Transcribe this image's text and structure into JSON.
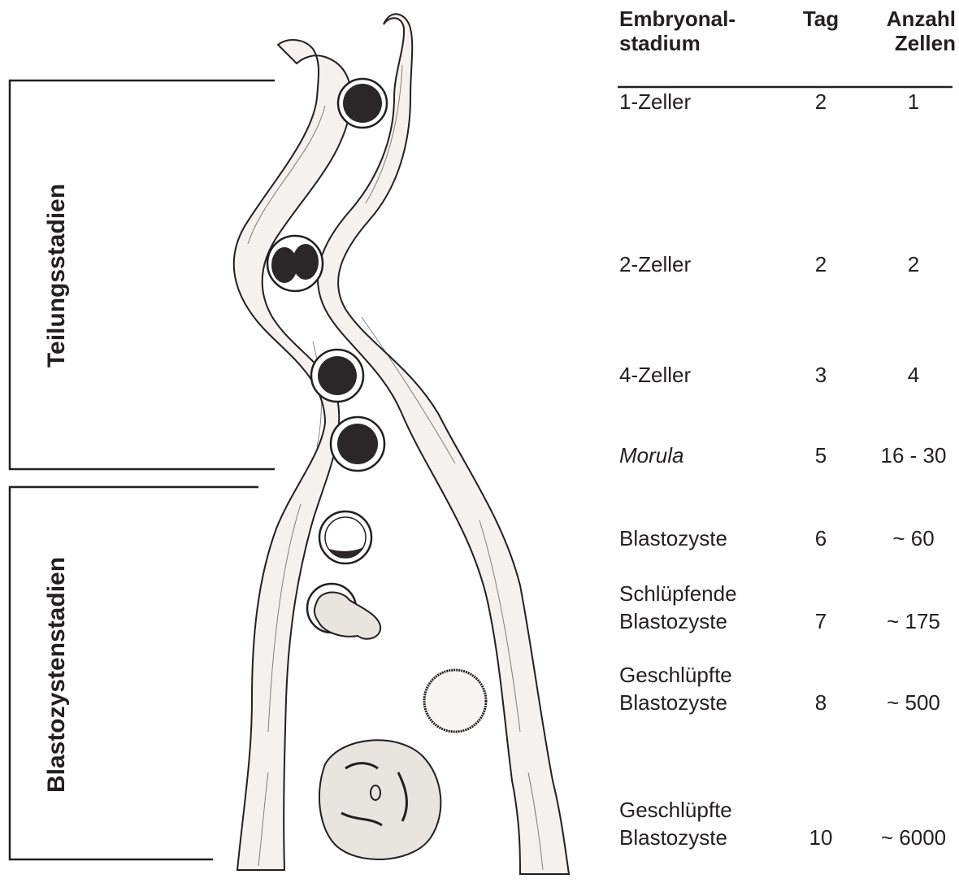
{
  "table": {
    "headers": {
      "stage": "Embryonal-\nstadium",
      "day": "Tag",
      "cells": "Anzahl\nZellen"
    },
    "rows": [
      {
        "stage": "1-Zeller",
        "day": "2",
        "cells": "1",
        "italic": false
      },
      {
        "stage": "2-Zeller",
        "day": "2",
        "cells": "2",
        "italic": false
      },
      {
        "stage": "4-Zeller",
        "day": "3",
        "cells": "4",
        "italic": false
      },
      {
        "stage": "Morula",
        "day": "5",
        "cells": "16 - 30",
        "italic": true
      },
      {
        "stage": "Blastozyste",
        "day": "6",
        "cells": "~ 60",
        "italic": false
      },
      {
        "stage": "Schlüpfende\nBlastozyste",
        "day": "7",
        "cells": "~ 175",
        "italic": false
      },
      {
        "stage": "Geschlüpfte\nBlastozyste",
        "day": "8",
        "cells": "~ 500",
        "italic": false
      },
      {
        "stage": "Geschlüpfte\nBlastozyste",
        "day": "10",
        "cells": "~ 6000",
        "italic": false
      }
    ]
  },
  "groups": {
    "cleavage": "Teilungsstadien",
    "blastocyst": "Blastozystenstadien"
  },
  "colors": {
    "ink": "#231f20",
    "tube_fill": "#f4f1ee",
    "embryo_dark": "#2b2627"
  }
}
